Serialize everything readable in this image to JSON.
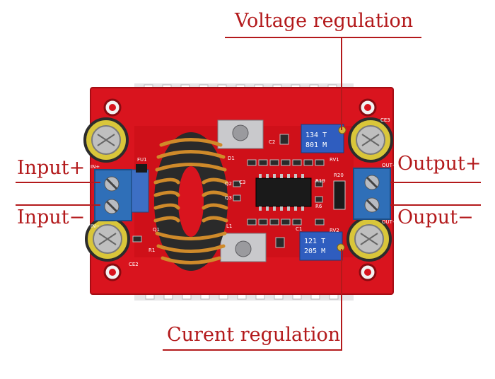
{
  "annotations": {
    "voltage_regulation": "Voltage regulation",
    "input_plus": "Input+",
    "input_minus": "Input−",
    "output_plus": "Output+",
    "output_minus": "Ouput−",
    "current_regulation": "Curent regulation"
  },
  "board": {
    "pot_top_line1": "134 T",
    "pot_top_line2": "801 M",
    "pot_bottom_line1": "121 T",
    "pot_bottom_line2": "205 M",
    "silk_in_plus": "IN+",
    "silk_in_minus": "IN−",
    "silk_out_plus": "OUT+",
    "silk_out_minus": "OUT−",
    "silk_fu1": "FU1",
    "silk_q1": "Q1",
    "silk_q2": "Q2",
    "silk_q3": "Q3",
    "silk_l1": "L1",
    "silk_d1": "D1",
    "silk_c1": "C1",
    "silk_c2": "C2",
    "silk_c3": "C3",
    "silk_r1": "R1",
    "silk_r6": "R6",
    "silk_r19": "R19",
    "silk_r20": "R20",
    "silk_rv1": "RV1",
    "silk_rv2": "RV2",
    "silk_ce2": "CE2",
    "silk_ce3": "CE3"
  },
  "colors": {
    "annotation": "#b3191b",
    "pcb": "#d9141e",
    "heatsink": "#e9e9ea",
    "terminal": "#2f6fb8",
    "pot": "#2f5dbf",
    "coil": "#cf8a2a"
  }
}
